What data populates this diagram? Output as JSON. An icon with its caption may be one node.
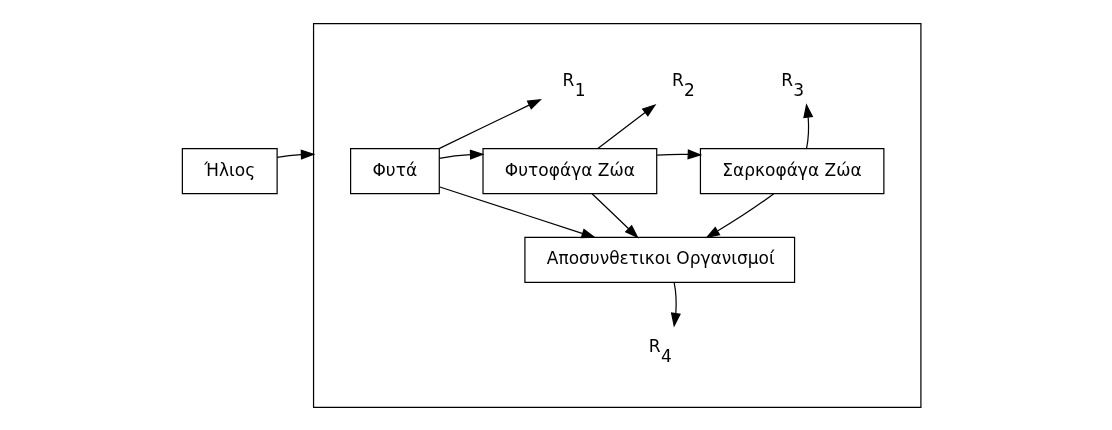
{
  "diagram": {
    "nodes": [
      {
        "text": [
          "Ήλιος"
        ]
      },
      {
        "text": [],
        "shape": "box"
      },
      {
        "text": [
          "R$_{1}$"
        ],
        "in": 1
      },
      {
        "text": [
          "R$_{2}$"
        ],
        "in": 1
      },
      {
        "text": [
          "R$_{3}$"
        ],
        "in": 1
      },
      {
        "text": [
          "Φυτά"
        ],
        "in": 1
      },
      {
        "text": [
          "Φυτοφάγα Ζώα"
        ],
        "in": 1
      },
      {
        "text": [
          "Σαρκοφάγα Ζώα"
        ],
        "in": 1
      },
      {
        "text": [
          "Αποσυνθετικοι Οργανισμοί"
        ],
        "in": 1
      },
      {
        "text": [
          "R$_{4}$"
        ],
        "in": 1
      }
    ],
    "edges": [
      {
        "from": 0,
        "to": 1,
        "arrow": "to"
      },
      {
        "from": 5,
        "to": 2,
        "arrow": "to"
      },
      {
        "from": 6,
        "to": 3,
        "arrow": "to"
      },
      {
        "from": 7,
        "to": 4,
        "arrow": "to"
      },
      {
        "from": 5,
        "to": 6,
        "arrow": "to"
      },
      {
        "from": 6,
        "to": 7,
        "arrow": "to"
      },
      {
        "from": 5,
        "to": 8,
        "arrow": "to"
      },
      {
        "from": 6,
        "to": 8,
        "arrow": "to"
      },
      {
        "from": 7,
        "to": 8,
        "arrow": "to"
      },
      {
        "from": 8,
        "to": 9,
        "arrow": "to"
      }
    ]
  }
}
